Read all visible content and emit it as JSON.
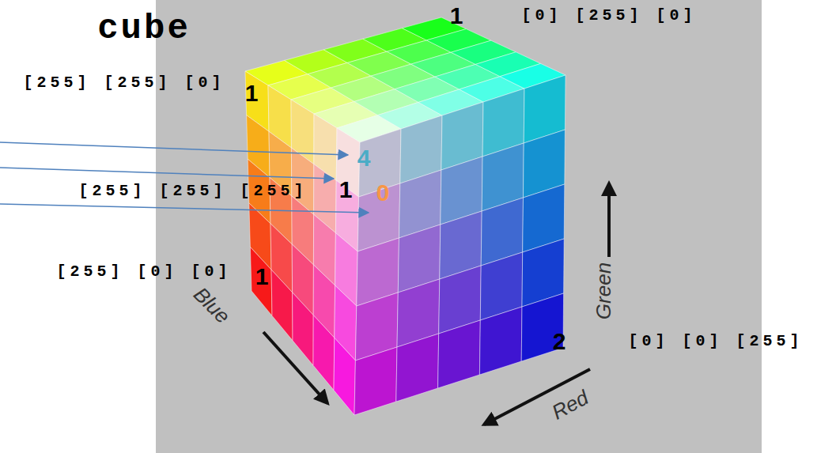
{
  "diagram": {
    "title": "cube",
    "labels": [
      "[0] [255] [0]",
      "1",
      "[255] [255] [0]",
      "1",
      "4",
      "[255] [255] [255]",
      "1",
      "0",
      "[255] [0] [0]",
      "1",
      "2",
      "[0] [0] [255]",
      "Blue",
      "Red",
      "Green"
    ]
  }
}
